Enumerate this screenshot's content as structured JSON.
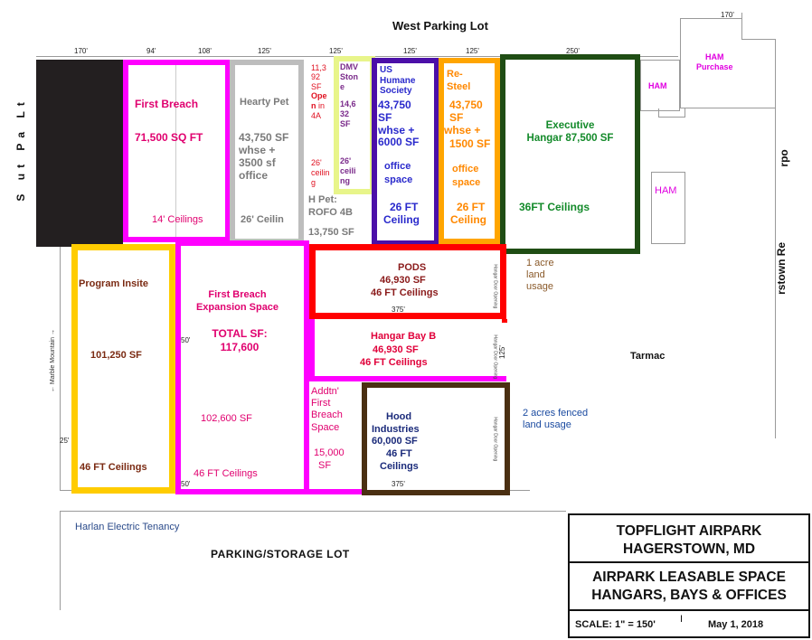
{
  "top_label": "West Parking Lot",
  "dims_top": [
    "170'",
    "94'",
    "108'",
    "125'",
    "125'",
    "125'",
    "125'",
    "250'",
    "170'"
  ],
  "left_road": [
    "S",
    "ut",
    "Pa",
    "Lt"
  ],
  "right_road": [
    "rpo",
    "rstown Re"
  ],
  "marble": "← Marble Mountain →",
  "units": {
    "first_breach": {
      "name": "First Breach",
      "area": "71,500 SQ FT",
      "ceiling": "14' Ceilings"
    },
    "hearty_pet": {
      "name": "Hearty Pet",
      "area": "43,750 SF",
      "detail": [
        "whse +",
        "3500 sf",
        "office"
      ],
      "ceiling": "26' Ceilin"
    },
    "col_4a": {
      "area": [
        "11,3",
        "92",
        "SF"
      ],
      "label": [
        "Ope",
        "n",
        "in",
        "4A"
      ],
      "ceiling": [
        "26'",
        "ceilin",
        "g"
      ]
    },
    "dmv": {
      "name": [
        "DMV",
        "Ston",
        "e"
      ],
      "area": [
        "14,6",
        "32",
        "SF"
      ],
      "ceiling": [
        "26'",
        "ceili",
        "ng"
      ]
    },
    "h_pet": {
      "name": "H Pet:",
      "label": "ROFO  4B",
      "area": "13,750  SF"
    },
    "us_humane": {
      "name": [
        "US",
        "Humane",
        "Society"
      ],
      "area": "43,750",
      "detail": [
        "SF",
        "whse +",
        "6000 SF"
      ],
      "office": [
        "office",
        "space"
      ],
      "ceiling": [
        "26 FT",
        "Ceiling"
      ]
    },
    "re_steel": {
      "name": [
        "Re-",
        "Steel"
      ],
      "area": "43,750",
      "detail": [
        "SF",
        "whse +",
        "1500 SF"
      ],
      "office": [
        "office",
        "space"
      ],
      "ceiling": [
        "26 FT",
        "Ceiling"
      ]
    },
    "executive": {
      "name": [
        "Executive",
        "Hangar 87,500 SF"
      ],
      "ceiling": "36FT Ceilings"
    },
    "ham_purchase": {
      "name": [
        "HAM",
        "Purchase"
      ]
    },
    "ham1": "HAM",
    "ham2": "HAM",
    "program_insite": {
      "name": "Program Insite",
      "area": "101,250 SF",
      "ceiling": "46 FT Ceilings"
    },
    "expansion": {
      "name": [
        "First Breach",
        "Expansion Space"
      ],
      "total": [
        "TOTAL SF:",
        "117,600"
      ],
      "area": "102,600 SF",
      "ceiling": "46 FT Ceilings"
    },
    "pods": {
      "name": "PODS",
      "area": "46,930 SF",
      "ceiling": "46 FT Ceilings"
    },
    "bay_b": {
      "name": "Hangar Bay B",
      "area": "46,930 SF",
      "ceiling": "46 FT Ceilings"
    },
    "addtn": {
      "name": [
        "Addtn'",
        "First",
        "Breach",
        "Space"
      ],
      "area": [
        "15,000",
        "SF"
      ]
    },
    "hood": {
      "name": [
        "Hood",
        "Industries"
      ],
      "area": "60,000  SF",
      "ceiling": [
        "46 FT",
        "Ceilings"
      ]
    }
  },
  "side_notes": {
    "one_acre": [
      "1 acre",
      "land",
      "usage"
    ],
    "two_acres": [
      "2 acres fenced",
      "land usage"
    ],
    "tarmac": "Tarmac"
  },
  "small_dims": {
    "d375a": "375'",
    "d375b": "375'",
    "d125": "125'",
    "d25": "25'",
    "d50": "50'",
    "d50b": "50'"
  },
  "door_label": "Hangar Door Opening",
  "harlan": "Harlan Electric Tenancy",
  "parking": "PARKING/STORAGE LOT",
  "title": {
    "line1": "TOPFLIGHT AIRPARK",
    "line2": "HAGERSTOWN, MD",
    "line3": "AIRPARK LEASABLE SPACE",
    "line4": "HANGARS, BAYS & OFFICES",
    "scale": "SCALE: 1\" = 150'",
    "cursor": "I",
    "date": "May 1, 2018"
  },
  "colors": {
    "magenta": "#ff00ff",
    "gray": "#bdbdbd",
    "lime": "#e8f58a",
    "purple": "#4b0fa8",
    "orange": "#ffa500",
    "green": "#1f4d14",
    "red": "#ff0000",
    "yellow": "#ffcc00",
    "brown": "#4a2f12",
    "black": "#231f20"
  }
}
